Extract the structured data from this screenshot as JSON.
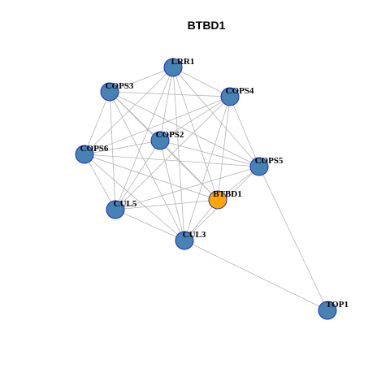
{
  "title": "BTBD1",
  "colors": {
    "node_default": "#4682b4",
    "node_focus": "#ffa500",
    "node_border": "#1f2fbf",
    "edge": "#b4b4b4"
  },
  "nodes": [
    {
      "id": "LRR1",
      "label": "LRR1",
      "focus": false
    },
    {
      "id": "COPS3",
      "label": "COPS3",
      "focus": false
    },
    {
      "id": "COPS4",
      "label": "COPS4",
      "focus": false
    },
    {
      "id": "COPS2",
      "label": "COPS2",
      "focus": false
    },
    {
      "id": "COPS6",
      "label": "COPS6",
      "focus": false
    },
    {
      "id": "COPS5",
      "label": "COPS5",
      "focus": false
    },
    {
      "id": "BTBD1",
      "label": "BTBD1",
      "focus": true
    },
    {
      "id": "CUL5",
      "label": "CUL5",
      "focus": false
    },
    {
      "id": "CUL3",
      "label": "CUL3",
      "focus": false
    },
    {
      "id": "TOP1",
      "label": "TOP1",
      "focus": false
    }
  ],
  "edges": [
    [
      "LRR1",
      "COPS3"
    ],
    [
      "LRR1",
      "COPS4"
    ],
    [
      "LRR1",
      "COPS2"
    ],
    [
      "LRR1",
      "COPS6"
    ],
    [
      "LRR1",
      "COPS5"
    ],
    [
      "LRR1",
      "BTBD1"
    ],
    [
      "LRR1",
      "CUL5"
    ],
    [
      "LRR1",
      "CUL3"
    ],
    [
      "COPS3",
      "COPS4"
    ],
    [
      "COPS3",
      "COPS2"
    ],
    [
      "COPS3",
      "COPS6"
    ],
    [
      "COPS3",
      "COPS5"
    ],
    [
      "COPS3",
      "BTBD1"
    ],
    [
      "COPS3",
      "CUL5"
    ],
    [
      "COPS3",
      "CUL3"
    ],
    [
      "COPS4",
      "COPS2"
    ],
    [
      "COPS4",
      "COPS6"
    ],
    [
      "COPS4",
      "COPS5"
    ],
    [
      "COPS4",
      "BTBD1"
    ],
    [
      "COPS4",
      "CUL5"
    ],
    [
      "COPS4",
      "CUL3"
    ],
    [
      "COPS2",
      "COPS6"
    ],
    [
      "COPS2",
      "COPS5"
    ],
    [
      "COPS2",
      "BTBD1"
    ],
    [
      "COPS2",
      "CUL5"
    ],
    [
      "COPS2",
      "CUL3"
    ],
    [
      "COPS6",
      "COPS5"
    ],
    [
      "COPS6",
      "BTBD1"
    ],
    [
      "COPS6",
      "CUL5"
    ],
    [
      "COPS6",
      "CUL3"
    ],
    [
      "COPS5",
      "BTBD1"
    ],
    [
      "COPS5",
      "CUL5"
    ],
    [
      "COPS5",
      "CUL3"
    ],
    [
      "COPS5",
      "TOP1"
    ],
    [
      "BTBD1",
      "CUL5"
    ],
    [
      "BTBD1",
      "CUL3"
    ],
    [
      "CUL5",
      "CUL3"
    ],
    [
      "CUL3",
      "TOP1"
    ]
  ]
}
